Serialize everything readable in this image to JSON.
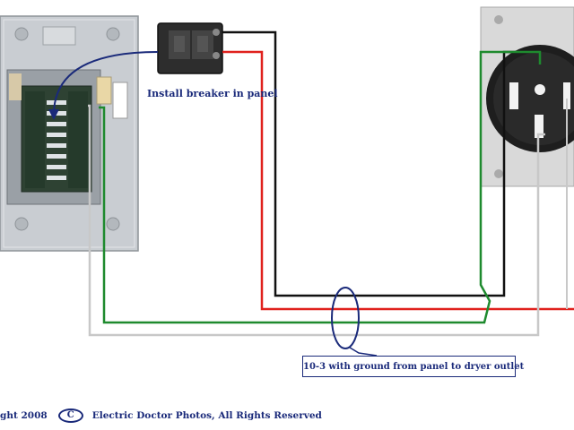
{
  "labels": {
    "install_breaker": "Install breaker in panel",
    "cable_note": "10-3 with ground from panel to dryer outlet"
  },
  "copyright": {
    "year_text": "ght 2008",
    "symbol": "C",
    "owner": "Electric Doctor Photos,  All Rights Reserved"
  },
  "colors": {
    "hot_black": "#111111",
    "hot_red": "#e0211d",
    "ground_green": "#1e8a2e",
    "neutral_white": "#c8c8c8",
    "annotation_blue": "#1a2a7a",
    "panel_gray": "#c9cdd2"
  },
  "icons": {
    "panel": "load-center-icon",
    "breaker": "double-pole-breaker-icon",
    "outlet": "dryer-outlet-icon"
  }
}
